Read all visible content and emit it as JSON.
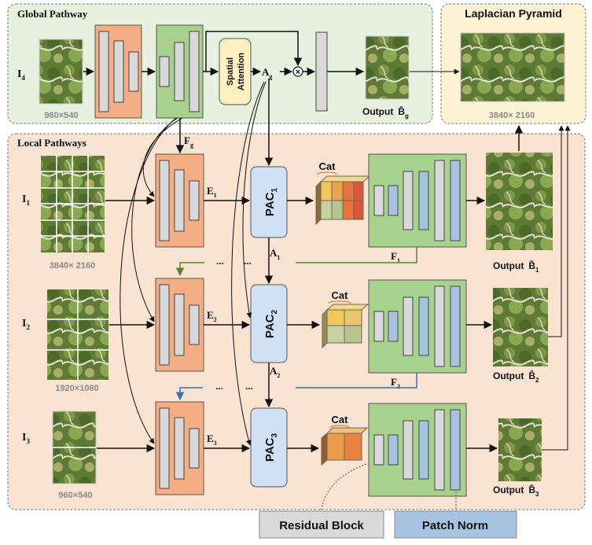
{
  "colors": {
    "global_bg": "#e7f1df",
    "local_bg": "#fae3d1",
    "laplacian_bg": "#fdf2d3",
    "encoder": "#f3ae83",
    "decoder": "#a9d18e",
    "residual": "#d9d9d9",
    "patch_norm": "#a7c3e2",
    "pac": "#cfe1f2",
    "attention": "#fdf0c0",
    "arrow_green": "#548235",
    "arrow_blue": "#2e75b6"
  },
  "global": {
    "title": "Global Pathway",
    "input_label": "I",
    "input_sub": "4",
    "resolution": "960×540",
    "attention_line1": "Spatial",
    "attention_line2": "Attention",
    "ag": "A",
    "ag_sub": "g",
    "fg": "F",
    "fg_sub": "g",
    "output_label": "Output",
    "output_symbol": "B̂",
    "output_sub": "g"
  },
  "laplacian": {
    "title": "Laplacian Pyramid",
    "resolution": "3840× 2160"
  },
  "local": {
    "title": "Local Pathways",
    "rows": [
      {
        "input": "I",
        "input_sub": "1",
        "resolution": "3840× 2160",
        "e": "E",
        "e_sub": "1",
        "pac": "PAC",
        "pac_sub": "1",
        "cat": "Cat",
        "a": "A",
        "a_sub": "1",
        "f": "F",
        "f_sub": "1",
        "output": "Output",
        "output_symbol": "B̂",
        "output_sub": "1"
      },
      {
        "input": "I",
        "input_sub": "2",
        "resolution": "1920×1080",
        "e": "E",
        "e_sub": "2",
        "pac": "PAC",
        "pac_sub": "2",
        "cat": "Cat",
        "a": "A",
        "a_sub": "2",
        "f": "F",
        "f_sub": "2",
        "output": "Output",
        "output_symbol": "B̂",
        "output_sub": "2"
      },
      {
        "input": "I",
        "input_sub": "3",
        "resolution": "960×540",
        "e": "E",
        "e_sub": "3",
        "pac": "PAC",
        "pac_sub": "3",
        "cat": "Cat",
        "output": "Output",
        "output_symbol": "B̂",
        "output_sub": "3"
      }
    ],
    "ellipsis": "..."
  },
  "legend": {
    "residual_block": "Residual Block",
    "patch_norm": "Patch Norm"
  },
  "symbols": {
    "multiply": "×"
  }
}
